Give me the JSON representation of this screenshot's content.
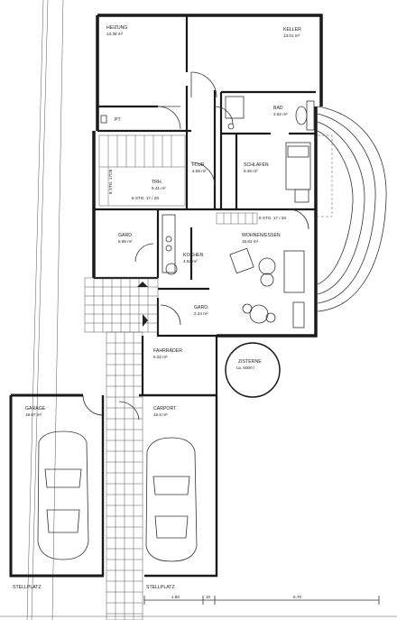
{
  "rooms": {
    "heizung": {
      "name": "HEIZUNG",
      "area": "13.38 m²"
    },
    "keller": {
      "name": "KELLER",
      "area": "13.01 m²"
    },
    "pt": {
      "name": "PT"
    },
    "bad": {
      "name": "BAD",
      "area": "3.62 m²"
    },
    "schlafen": {
      "name": "SCHLAFEN",
      "area": "8.46 m²"
    },
    "flur": {
      "name": "FLUR",
      "area": "4.58 m²"
    },
    "trh": {
      "name": "TRH.",
      "area": "5.41 m²"
    },
    "gard1": {
      "name": "GARD.",
      "area": "5.85 m²"
    },
    "kochen": {
      "name": "KOCHEN",
      "area": "4.52 m²"
    },
    "wohnen": {
      "name": "WOHNEN/ESSEN",
      "area": "15.82 m²"
    },
    "gard2": {
      "name": "GARD.",
      "area": "2.24 m²"
    },
    "fahrrader": {
      "name": "FAHRRÄDER",
      "area": "5.02 m²"
    },
    "zisterne": {
      "name": "ZISTERNE",
      "area": "ca. 6000 l"
    },
    "garage": {
      "name": "GARAGE",
      "area": "18.87 m²"
    },
    "carport": {
      "name": "CARPORT",
      "area": "15.8 m²"
    }
  },
  "stairs": {
    "stair1": "8 STG. 17 / 28",
    "stair2": "8 STG. 17 / 28",
    "stair_vertical": "8 STG. 17/28"
  },
  "parking": {
    "left": "STELLPLATZ",
    "right": "STELLPLATZ"
  },
  "dimensions": {
    "d1": "1.50",
    "d2": "10",
    "d3": "6.70"
  }
}
